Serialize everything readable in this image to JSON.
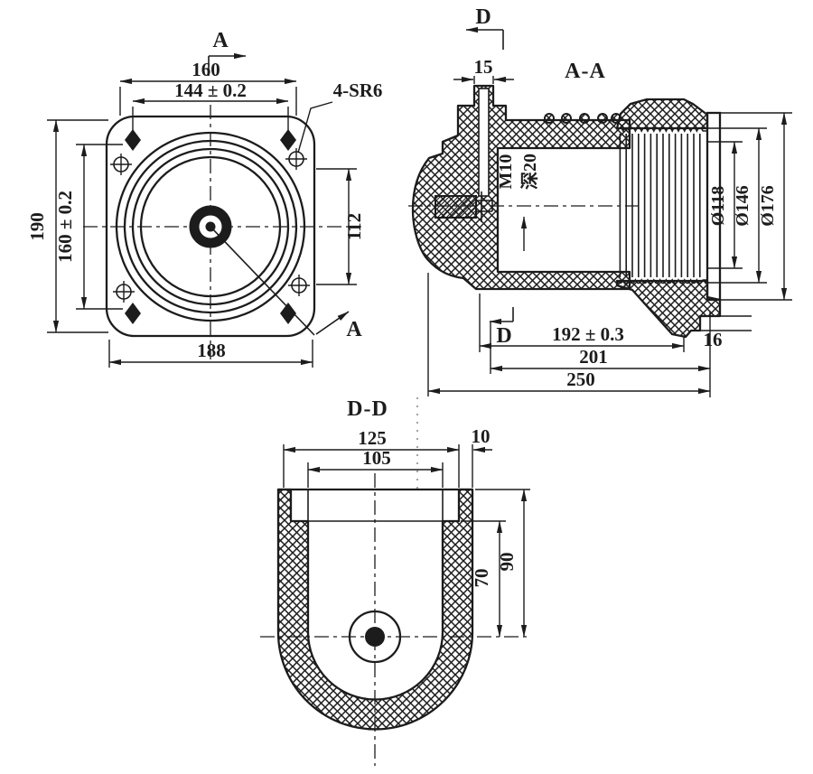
{
  "colors": {
    "ink": "#1c1c1c",
    "paper": "#ffffff"
  },
  "front_view": {
    "marker_top": "A",
    "marker_bottom": "A",
    "dim_top_width": "160",
    "dim_bolt_width": "144 ± 0.2",
    "note_spheres": "4-SR6",
    "dim_overall_height": "190",
    "dim_bolt_height": "160 ± 0.2",
    "dim_window_height": "112",
    "dim_base_width": "188"
  },
  "section_aa": {
    "title": "A-A",
    "cut_top": "D",
    "cut_bottom": "D",
    "dim_boss_width": "15",
    "thread": "M10",
    "thread_depth": "深20",
    "dia_inner": "Ø118",
    "dia_ribs": "Ø146",
    "dia_flange": "Ø176",
    "dim_flange_len": "192 ± 0.3",
    "dim_step": "16",
    "dim_body_len": "201",
    "dim_overall_len": "250"
  },
  "section_dd": {
    "title": "D-D",
    "dim_outer_width": "125",
    "dim_inner_width": "105",
    "dim_wall": "10",
    "dim_inner_depth": "70",
    "dim_outer_depth": "90"
  }
}
